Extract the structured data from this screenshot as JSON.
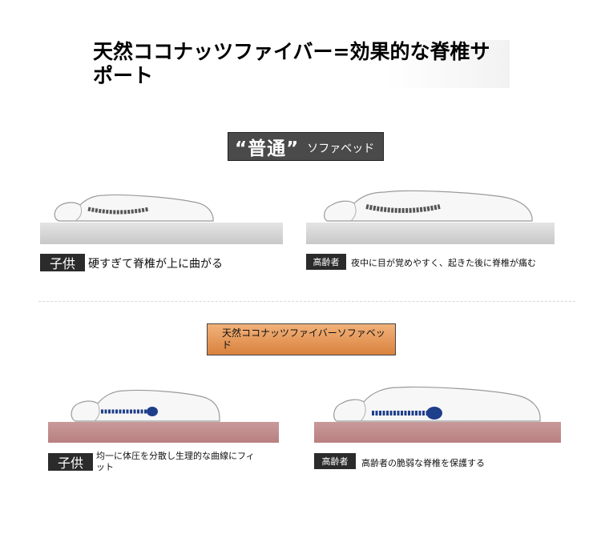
{
  "title": "天然ココナッツファイバー=効果的な脊椎サポート",
  "section_normal": {
    "banner_quoted": "“普通”",
    "banner_rest": "ソファベッド",
    "child_tag": "子供",
    "child_caption": "硬すぎて脊椎が上に曲がる",
    "elder_tag": "高齢者",
    "elder_caption": "夜中に目が覚めやすく、起きた後に脊椎が痛む"
  },
  "section_coconut": {
    "banner": "天然ココナッツファイバーソファベッド",
    "child_tag": "子供",
    "child_caption": "均一に体圧を分散し生理的な曲線にフィット",
    "elder_tag": "高齢者",
    "elder_caption": "高齢者の脆弱な脊椎を保護する"
  },
  "colors": {
    "normal_mat": "#d6d6d6",
    "coconut_mat": "#bf8a8a",
    "spine_normal": "#555555",
    "spine_coconut": "#1f3f8a",
    "coconut_banner": "#e8984f"
  }
}
